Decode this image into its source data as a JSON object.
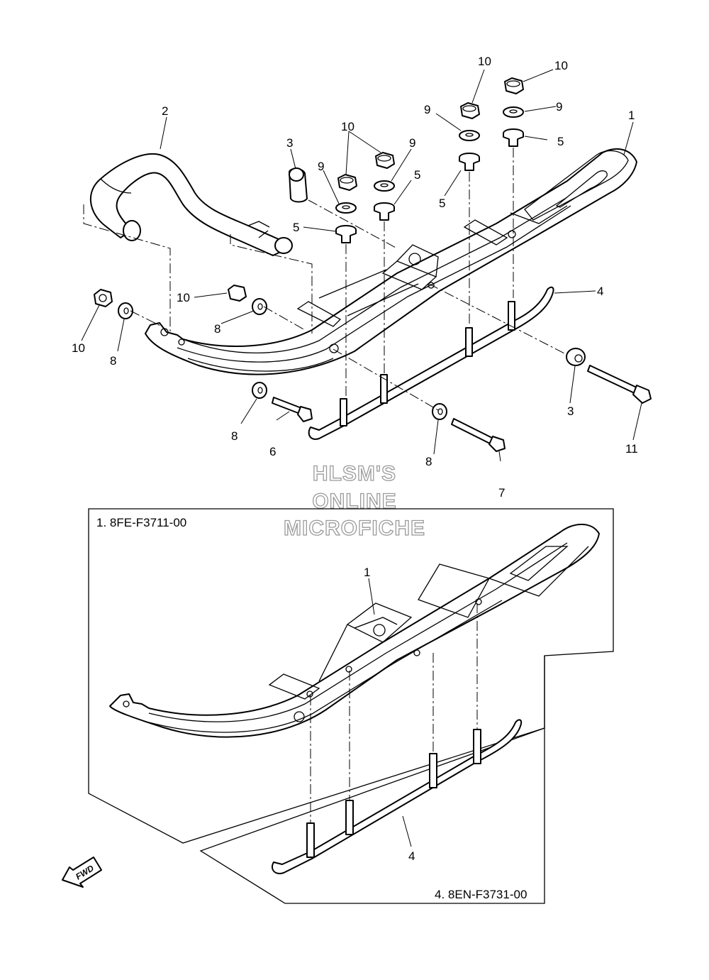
{
  "callouts": {
    "n1": "1",
    "n2": "2",
    "n3a": "3",
    "n3b": "3",
    "n4": "4",
    "n5a": "5",
    "n5b": "5",
    "n5c": "5",
    "n5d": "5",
    "n6": "6",
    "n7": "7",
    "n8a": "8",
    "n8b": "8",
    "n8c": "8",
    "n8d": "8",
    "n9a": "9",
    "n9b": "9",
    "n9c": "9",
    "n9d": "9",
    "n10a": "10",
    "n10b": "10",
    "n10c": "10",
    "n10d": "10",
    "n10e": "10",
    "n11": "11",
    "inset_n1": "1",
    "inset_n4": "4"
  },
  "watermark": {
    "line1": "HLSM'S",
    "line2": "ONLINE",
    "line3": "MICROFICHE"
  },
  "inset_labels": {
    "ski_assembly": "1. 8FE-F3711-00",
    "runner_assembly": "4. 8EN-F3731-00"
  },
  "fwd_arrow": {
    "text": "FWD",
    "icon": "fwd-arrow-icon"
  }
}
